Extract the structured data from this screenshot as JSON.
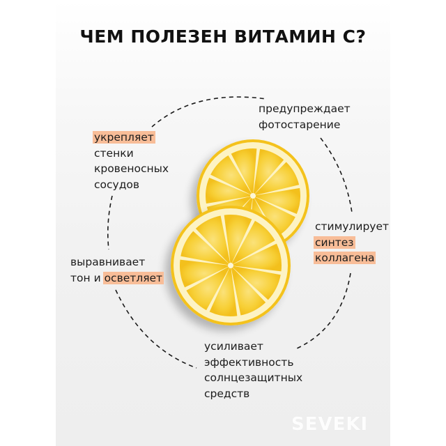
{
  "title": "ЧЕМ ПОЛЕЗЕН ВИТАМИН С?",
  "colors": {
    "highlight": "#f8bd98",
    "lemon_peel": "#f4c21a",
    "lemon_pith": "#fdf3c4",
    "lemon_flesh": "#f7cd2e",
    "text": "#1c1c1c"
  },
  "benefits": [
    {
      "id": "vessels",
      "lines": [
        {
          "parts": [
            {
              "text": "укрепляет",
              "highlight": true
            }
          ]
        },
        {
          "parts": [
            {
              "text": "стенки",
              "highlight": false
            }
          ]
        },
        {
          "parts": [
            {
              "text": "кровеносных",
              "highlight": false
            }
          ]
        },
        {
          "parts": [
            {
              "text": "сосудов",
              "highlight": false
            }
          ]
        }
      ]
    },
    {
      "id": "photoaging",
      "lines": [
        {
          "parts": [
            {
              "text": "предупреждает",
              "highlight": false
            }
          ]
        },
        {
          "parts": [
            {
              "text": "фотостарение",
              "highlight": false
            }
          ]
        }
      ]
    },
    {
      "id": "collagen",
      "lines": [
        {
          "parts": [
            {
              "text": "стимулирует",
              "highlight": false
            }
          ]
        },
        {
          "parts": [
            {
              "text": "синтез",
              "highlight": true
            }
          ]
        },
        {
          "parts": [
            {
              "text": "коллагена",
              "highlight": true
            }
          ]
        }
      ]
    },
    {
      "id": "tone",
      "lines": [
        {
          "parts": [
            {
              "text": "выравнивает",
              "highlight": false
            }
          ]
        },
        {
          "parts": [
            {
              "text": "тон и ",
              "highlight": false
            },
            {
              "text": "осветляет",
              "highlight": true
            }
          ]
        }
      ]
    },
    {
      "id": "spf",
      "lines": [
        {
          "parts": [
            {
              "text": "усиливает",
              "highlight": false
            }
          ]
        },
        {
          "parts": [
            {
              "text": "эффективность",
              "highlight": false
            }
          ]
        },
        {
          "parts": [
            {
              "text": "солнцезащитных",
              "highlight": false
            }
          ]
        },
        {
          "parts": [
            {
              "text": "средств",
              "highlight": false
            }
          ]
        }
      ]
    }
  ],
  "images": {
    "lemon_slices": "two-lemon-slices",
    "slice_segments": 10
  },
  "watermark": "SEVEKI"
}
